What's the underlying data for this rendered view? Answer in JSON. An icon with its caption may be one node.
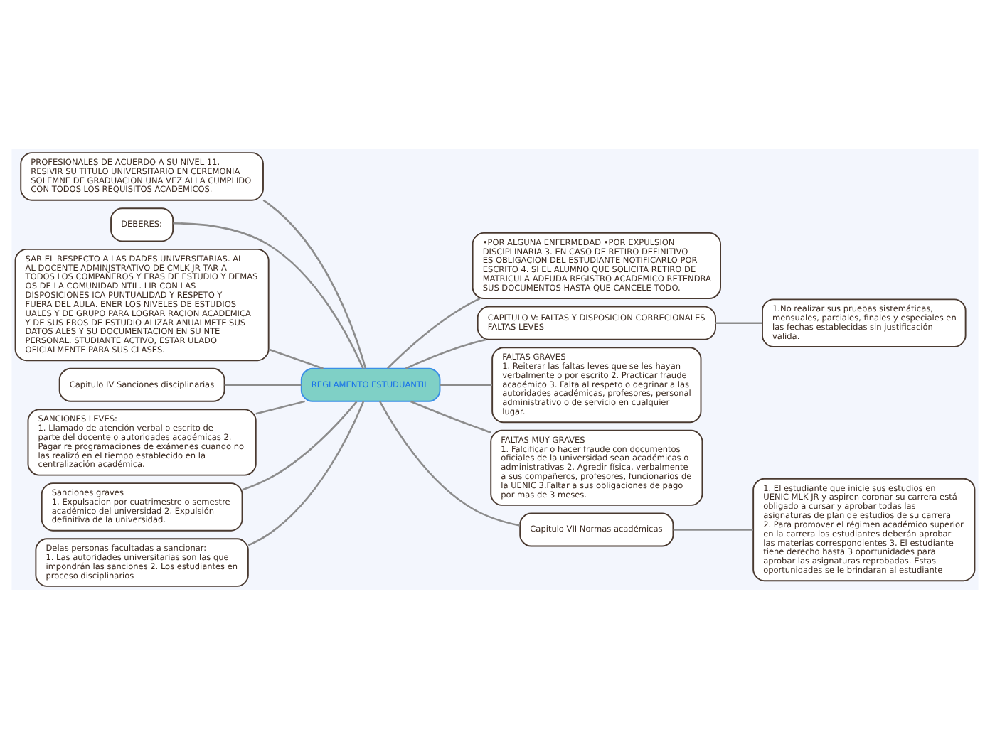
{
  "diagram": {
    "nodes": [
      {
        "text": [
          "REGLAMENTO ESTUDUANTIL"
        ]
      },
      {
        "text": [
          "PROFESIONALES DE ACUERDO A SU NIVEL 11. RESIVIR SU TITULO UNIVERSITARIO EN CEREMONIA SOLEMNE DE GRADUACION UNA VEZ ALLA CUMPLIDO CON TODOS LOS REQUISITOS ACADEMICOS."
        ]
      },
      {
        "text": [
          "DEBERES:"
        ]
      },
      {
        "text": [
          "SAR EL RESPECTO A LAS DADES UNIVERSITARIAS. AL AL DOCENTE ADMINISTRATIVO DE CMLK JR TAR A TODOS LOS COMPAÑEROS Y ERAS DE ESTUDIO Y DEMAS OS DE LA COMUNIDAD NTIL. LIR CON LAS DISPOSICIONES ICA PUNTUALIDAD Y RESPETO Y FUERA DEL AULA. ENER LOS NIVELES DE ESTUDIOS UALES Y DE GRUPO PARA LOGRAR RACION ACADEMICA Y DE SUS EROS DE ESTUDIO ALIZAR ANUALMETE SUS DATOS ALES Y SU DOCUMENTACION EN SU NTE PERSONAL. STUDIANTE ACTIVO, ESTAR ULADO OFICIALMENTE PARA SUS CLASES."
        ]
      },
      {
        "text": [
          "Capitulo IV Sanciones disciplinarias"
        ]
      },
      {
        "text": [
          "SANCIONES LEVES:",
          "1. Llamado de atención verbal o escrito de parte del docente o autoridades académicas 2. Pagar re programaciones de exámenes cuando no las realizó en el tiempo establecido en la centralización académica."
        ]
      },
      {
        "text": [
          "Sanciones graves",
          "1. Expulsacion por cuatrimestre o semestre académico del universidad 2. Expulsión definitiva de la universidad."
        ]
      },
      {
        "text": [
          "Delas personas facultadas a sancionar:",
          "1. Las autoridades universitarias son las que impondrán las sanciones 2. Los estudiantes en proceso disciplinarios"
        ]
      },
      {
        "text": [
          "•POR ALGUNA ENFERMEDAD •POR EXPULSION DISCIPLINARIA 3. EN CASO DE RETIRO DEFINITIVO ES OBLIGACION DEL ESTUDIANTE NOTIFICARLO POR ESCRITO 4. SI EL ALUMNO QUE SOLICITA RETIRO DE MATRICULA ADEUDA REGISTRO ACADEMICO RETENDRA SUS DOCUMENTOS HASTA QUE CANCELE TODO."
        ]
      },
      {
        "text": [
          "CAPITULO V: FALTAS Y DISPOSICION CORRECIONALES FALTAS LEVES"
        ]
      },
      {
        "text": [
          "1.No realizar sus pruebas sistemáticas, mensuales, parciales, finales y especiales en las fechas establecidas sin justificación valida."
        ]
      },
      {
        "text": [
          "FALTAS GRAVES",
          "1. Reiterar las faltas leves que se les hayan verbalmente o por escrito 2. Practicar fraude académico 3. Falta al respeto o degrinar a las autoridades académicas, profesores, personal administrativo o de servicio en cualquier lugar."
        ]
      },
      {
        "text": [
          "FALTAS MUY GRAVES",
          "1. Falcificar o hacer fraude con documentos oficiales de la universidad sean académicas o administrativas 2. Agredir física, verbalmente a sus compañeros, profesores, funcionarios de la UENIC 3.Faltar a sus obligaciones de pago por mas de 3 meses."
        ]
      },
      {
        "text": [
          "Capitulo VII Normas académicas"
        ]
      },
      {
        "text": [
          "1. El estudiante que inicie sus estudios en UENIC MLK JR y aspiren coronar su carrera está obligado a cursar y aprobar todas las asignaturas de plan de estudios de su carrera 2. Para promover el régimen académico superior en la carrera los estudiantes deberán aprobar las materias correspondientes 3. El estudiante tiene derecho hasta 3 oportunidades para aprobar las asignaturas reprobadas. Estas oportunidades se le brindaran al estudiante"
        ]
      }
    ],
    "edges": [
      {
        "from": 0,
        "to": 1,
        "arrow": "none"
      },
      {
        "from": 0,
        "to": 2,
        "arrow": "none"
      },
      {
        "from": 0,
        "to": 3,
        "arrow": "none"
      },
      {
        "from": 0,
        "to": 4,
        "arrow": "none"
      },
      {
        "from": 0,
        "to": 5,
        "arrow": "none"
      },
      {
        "from": 0,
        "to": 6,
        "arrow": "none"
      },
      {
        "from": 0,
        "to": 7,
        "arrow": "none"
      },
      {
        "from": 0,
        "to": 8,
        "arrow": "none"
      },
      {
        "from": 0,
        "to": 9,
        "arrow": "none"
      },
      {
        "from": 9,
        "to": 10,
        "arrow": "none"
      },
      {
        "from": 0,
        "to": 11,
        "arrow": "none"
      },
      {
        "from": 0,
        "to": 12,
        "arrow": "none"
      },
      {
        "from": 0,
        "to": 13,
        "arrow": "none"
      },
      {
        "from": 13,
        "to": 14,
        "arrow": "none"
      }
    ]
  }
}
